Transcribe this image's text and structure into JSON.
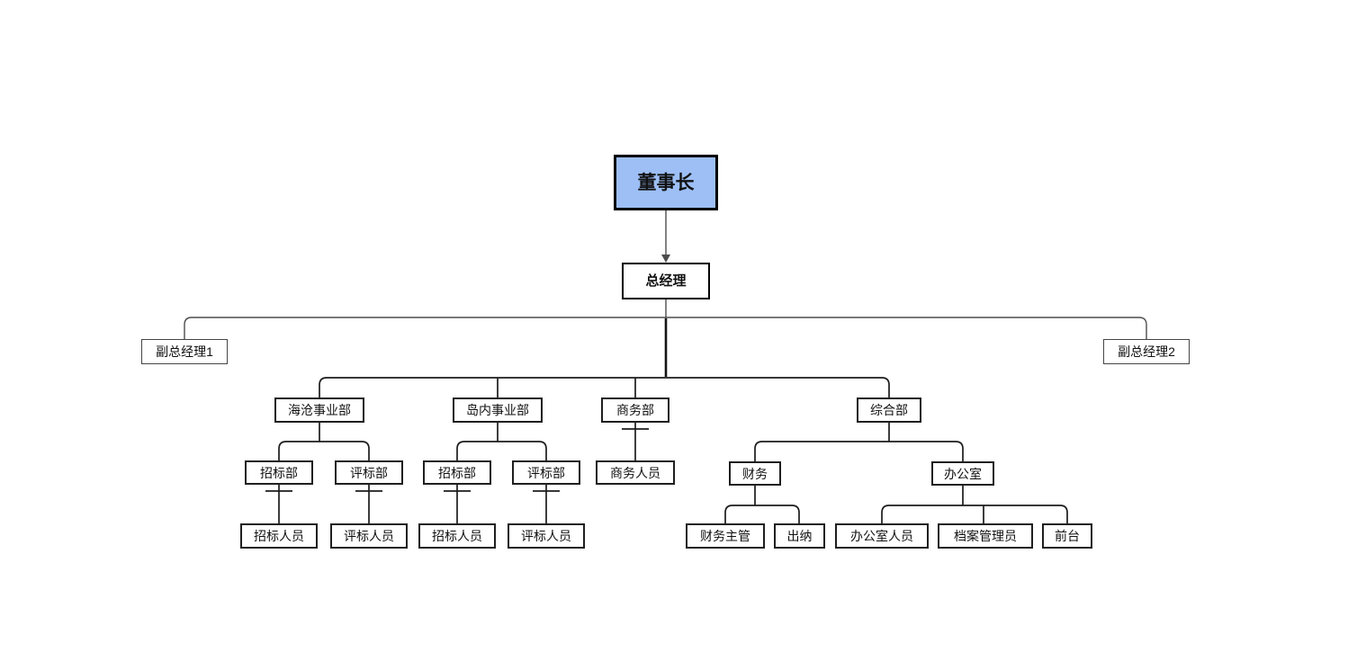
{
  "diagram": {
    "type": "org_chart",
    "colors": {
      "root_fill": "#9DBFF5",
      "node_fill": "#FFFFFF",
      "node_border": "#1F1F1F",
      "connector_dark": "#1C1C1C",
      "connector_gray": "#4D4D4D",
      "text": "#111111"
    },
    "nodes": {
      "chairman": "董事长",
      "general_manager": "总经理",
      "deputy_gm_1": "副总经理1",
      "deputy_gm_2": "副总经理2",
      "haicang_division": "海沧事业部",
      "daonei_division": "岛内事业部",
      "business_dept": "商务部",
      "general_affairs_dept": "综合部",
      "hc_bidding_dept": "招标部",
      "hc_evaluation_dept": "评标部",
      "dn_bidding_dept": "招标部",
      "dn_evaluation_dept": "评标部",
      "business_staff": "商务人员",
      "finance": "财务",
      "office": "办公室",
      "hc_bidding_staff": "招标人员",
      "hc_evaluation_staff": "评标人员",
      "dn_bidding_staff": "招标人员",
      "dn_evaluation_staff": "评标人员",
      "finance_supervisor": "财务主管",
      "cashier": "出纳",
      "office_staff": "办公室人员",
      "archives_manager": "档案管理员",
      "front_desk": "前台"
    },
    "structure": {
      "chairman": [
        "general_manager"
      ],
      "general_manager": [
        "deputy_gm_1",
        "haicang_division",
        "daonei_division",
        "business_dept",
        "general_affairs_dept",
        "deputy_gm_2"
      ],
      "haicang_division": [
        "hc_bidding_dept",
        "hc_evaluation_dept"
      ],
      "hc_bidding_dept": [
        "hc_bidding_staff"
      ],
      "hc_evaluation_dept": [
        "hc_evaluation_staff"
      ],
      "daonei_division": [
        "dn_bidding_dept",
        "dn_evaluation_dept"
      ],
      "dn_bidding_dept": [
        "dn_bidding_staff"
      ],
      "dn_evaluation_dept": [
        "dn_evaluation_staff"
      ],
      "business_dept": [
        "business_staff"
      ],
      "general_affairs_dept": [
        "finance",
        "office"
      ],
      "finance": [
        "finance_supervisor",
        "cashier"
      ],
      "office": [
        "office_staff",
        "archives_manager",
        "front_desk"
      ]
    }
  }
}
